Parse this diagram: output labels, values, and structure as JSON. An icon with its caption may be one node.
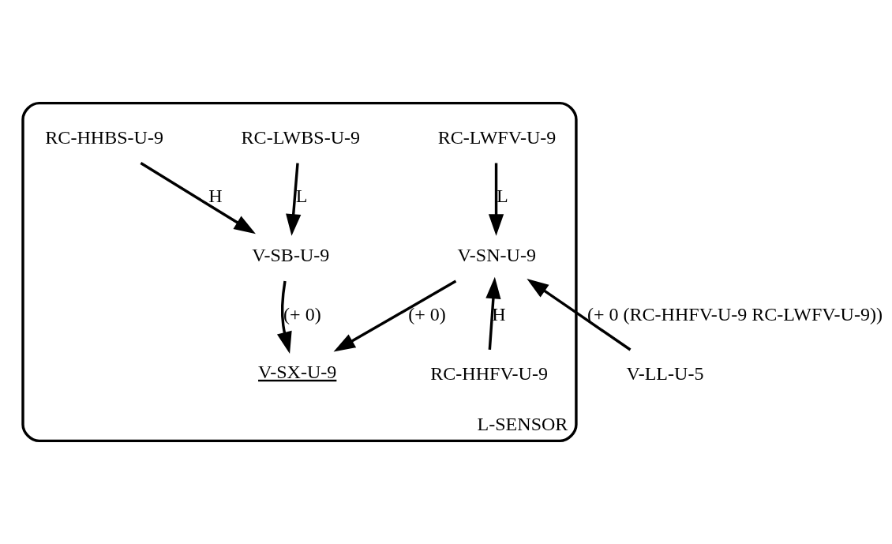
{
  "diagram": {
    "nodes": [
      {
        "text": [
          "L-SENSOR"
        ]
      },
      {
        "text": [
          "RC-LWBS-U-9"
        ],
        "in": 0
      },
      {
        "text": [
          "RC-LWFV-U-9"
        ],
        "in": 0
      },
      {
        "text": [
          "V-SB-U-9"
        ],
        "in": 0
      },
      {
        "text": [
          "RC-HHBS-U-9"
        ],
        "in": 0
      },
      {
        "text": [
          "V-SN-U-9"
        ],
        "in": 0
      },
      {
        "text": [
          "V-SX-U-9"
        ],
        "in": 0
      },
      {
        "text": [
          "RC-HHFV-U-9"
        ],
        "in": 0
      },
      {
        "text": [
          "V-LL-U-5"
        ]
      }
    ],
    "edges": [
      {
        "from": 1,
        "to": 3,
        "arrow": "to",
        "label": "L"
      },
      {
        "from": 2,
        "to": 5,
        "arrow": "to",
        "label": "L"
      },
      {
        "from": 4,
        "to": 3,
        "arrow": "to",
        "label": "H"
      },
      {
        "from": 3,
        "to": 6,
        "arrow": "to",
        "label": "(+ 0)"
      },
      {
        "from": 5,
        "to": 6,
        "arrow": "to",
        "label": "(+ 0)"
      },
      {
        "from": 7,
        "to": 5,
        "arrow": "to",
        "label": "H"
      },
      {
        "from": 8,
        "to": 5,
        "arrow": "to",
        "label": "(+ 0 (RC-HHFV-U-9 RC-LWFV-U-9))"
      }
    ]
  }
}
